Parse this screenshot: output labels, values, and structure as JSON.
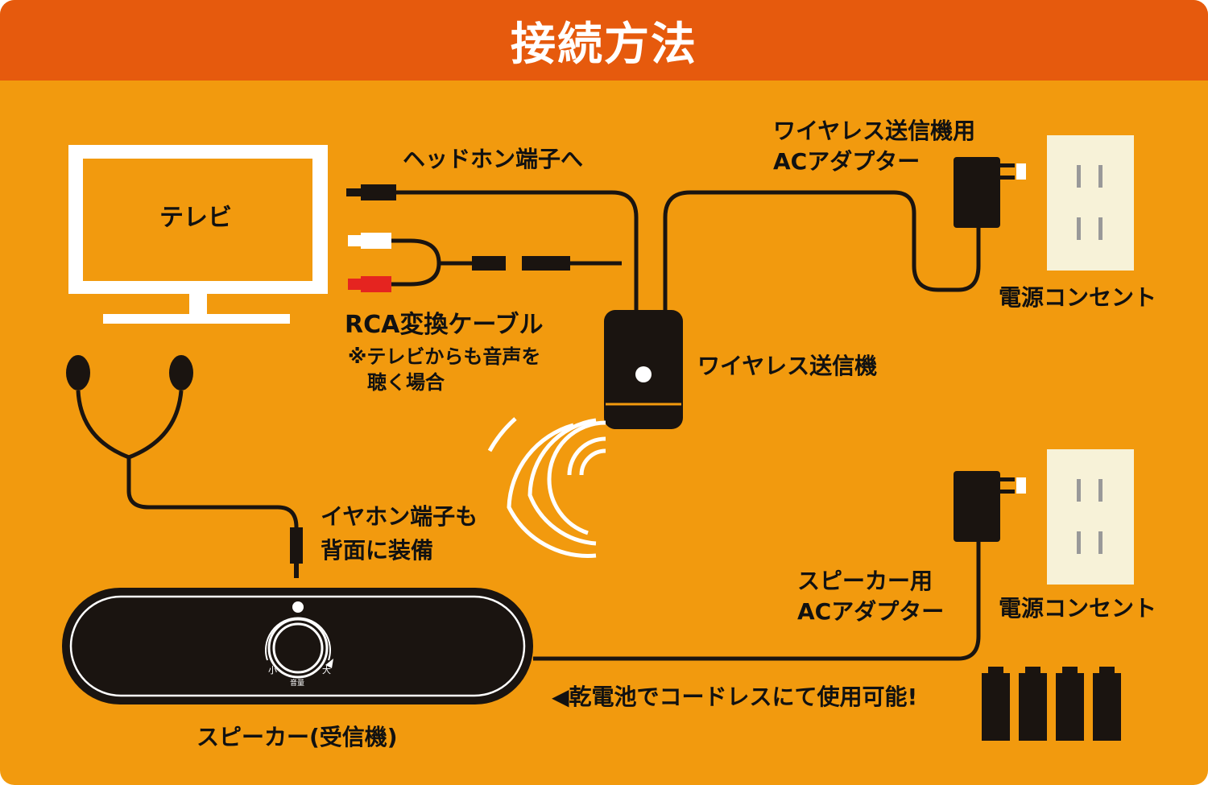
{
  "title": "接続方法",
  "labels": {
    "tv": "テレビ",
    "headphone_jack": "ヘッドホン端子へ",
    "rca_cable": "RCA変換ケーブル",
    "rca_note_line1": "※テレビからも音声を",
    "rca_note_line2": "聴く場合",
    "tx_adapter_line1": "ワイヤレス送信機用",
    "tx_adapter_line2": "ACアダプター",
    "outlet_top": "電源コンセント",
    "transmitter": "ワイヤレス送信機",
    "earphone_line1": "イヤホン端子も",
    "earphone_line2": "背面に装備",
    "speaker_adapter_line1": "スピーカー用",
    "speaker_adapter_line2": "ACアダプター",
    "outlet_bottom": "電源コンセント",
    "battery_note": "◀乾電池でコードレスにて使用可能!",
    "speaker": "スピーカー(受信機)",
    "knob_small": "小",
    "knob_large": "大",
    "knob_volume": "音量"
  },
  "colors": {
    "header": "#e65a0d",
    "background": "#f29a0e",
    "device": "#1a1410",
    "outlet": "#f7f2d8",
    "rca_red": "#e52420",
    "rca_white": "#ffffff"
  }
}
